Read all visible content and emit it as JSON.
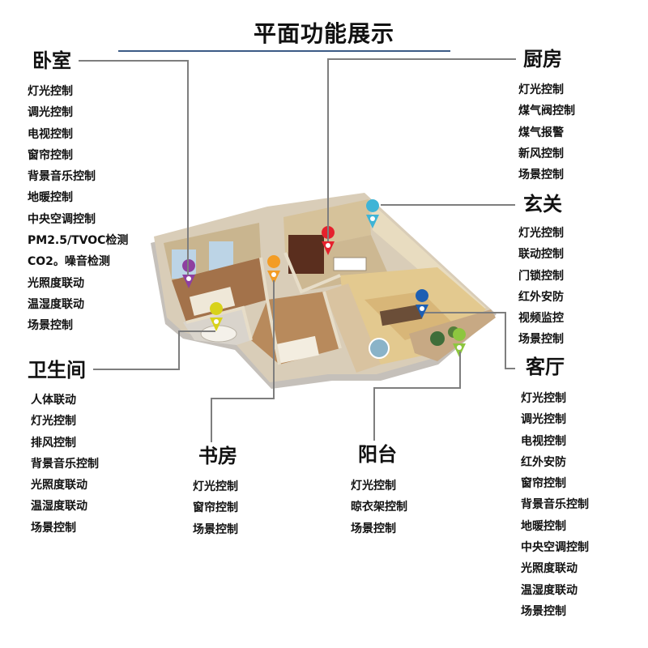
{
  "title": "平面功能展示",
  "rooms": {
    "bedroom": {
      "name": "卧室",
      "items": [
        "灯光控制",
        "调光控制",
        "电视控制",
        "窗帘控制",
        "背景音乐控制",
        "地暖控制",
        "中央空调控制",
        "PM2.5/TVOC检测",
        "CO2。噪音检测",
        "光照度联动",
        "温湿度联动",
        "场景控制"
      ]
    },
    "bathroom": {
      "name": "卫生间",
      "items": [
        "人体联动",
        "灯光控制",
        "排风控制",
        "背景音乐控制",
        "光照度联动",
        "温湿度联动",
        "场景控制"
      ]
    },
    "study": {
      "name": "书房",
      "items": [
        "灯光控制",
        "窗帘控制",
        "场景控制"
      ]
    },
    "balcony": {
      "name": "阳台",
      "items": [
        "灯光控制",
        "晾衣架控制",
        "场景控制"
      ]
    },
    "kitchen": {
      "name": "厨房",
      "items": [
        "灯光控制",
        "煤气阀控制",
        "煤气报警",
        "新风控制",
        "场景控制"
      ]
    },
    "entrance": {
      "name": "玄关",
      "items": [
        "灯光控制",
        "联动控制",
        "门锁控制",
        "红外安防",
        "视频监控",
        "场景控制"
      ]
    },
    "living": {
      "name": "客厅",
      "items": [
        "灯光控制",
        "调光控制",
        "电视控制",
        "红外安防",
        "窗帘控制",
        "背景音乐控制",
        "地暖控制",
        "中央空调控制",
        "光照度联动",
        "温湿度联动",
        "场景控制"
      ]
    }
  },
  "colors": {
    "title_rule": "#3c5b86",
    "leader_line": "#7e7e7e",
    "pin_bedroom": "#8e3fa0",
    "pin_bathroom": "#d8d21a",
    "pin_study": "#f39c24",
    "pin_kitchen": "#e5212d",
    "pin_entrance": "#3fb4d6",
    "pin_living": "#1d5fb3",
    "pin_balcony": "#8dc63f"
  }
}
